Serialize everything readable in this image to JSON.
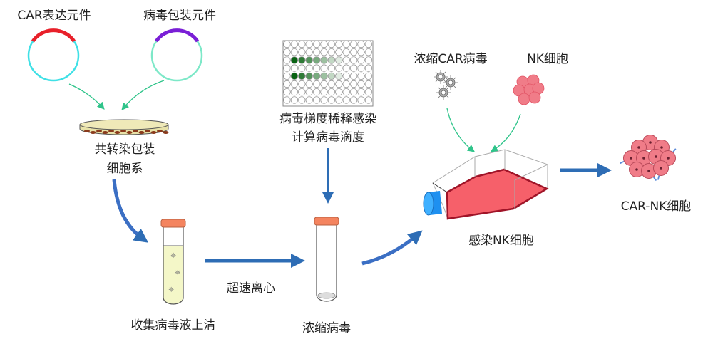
{
  "labels": {
    "car_element": "CAR表达元件",
    "packaging_element": "病毒包装元件",
    "cotransfect_line1": "共转染包装",
    "cotransfect_line2": "细胞系",
    "collect_supernatant": "收集病毒液上清",
    "ultracentrifuge": "超速离心",
    "concentrated_virus": "浓缩病毒",
    "titer_line1": "病毒梯度稀释感染",
    "titer_line2": "计算病毒滴度",
    "concentrated_car_virus": "浓缩CAR病毒",
    "nk_cells": "NK细胞",
    "infect_nk": "感染NK细胞",
    "car_nk_cells": "CAR-NK细胞"
  },
  "colors": {
    "flow_arrow": "#2e6db5",
    "input_arrow": "#2fc48a",
    "car_arc": "#e8202a",
    "packaging_arc": "#7a1fd6",
    "plasmid_ring": "#3fe0e6",
    "tube_cap": "#f4845f",
    "flask_medium": "#f6606a",
    "flask_cap": "#1e90f0",
    "nk_cell": "#f07c88"
  },
  "plate": {
    "rows": 8,
    "cols": 12,
    "positive_rows": [
      3,
      5
    ],
    "dilution_intensity": [
      1.0,
      0.85,
      0.7,
      0.55,
      0.4,
      0.25,
      0.12
    ]
  }
}
